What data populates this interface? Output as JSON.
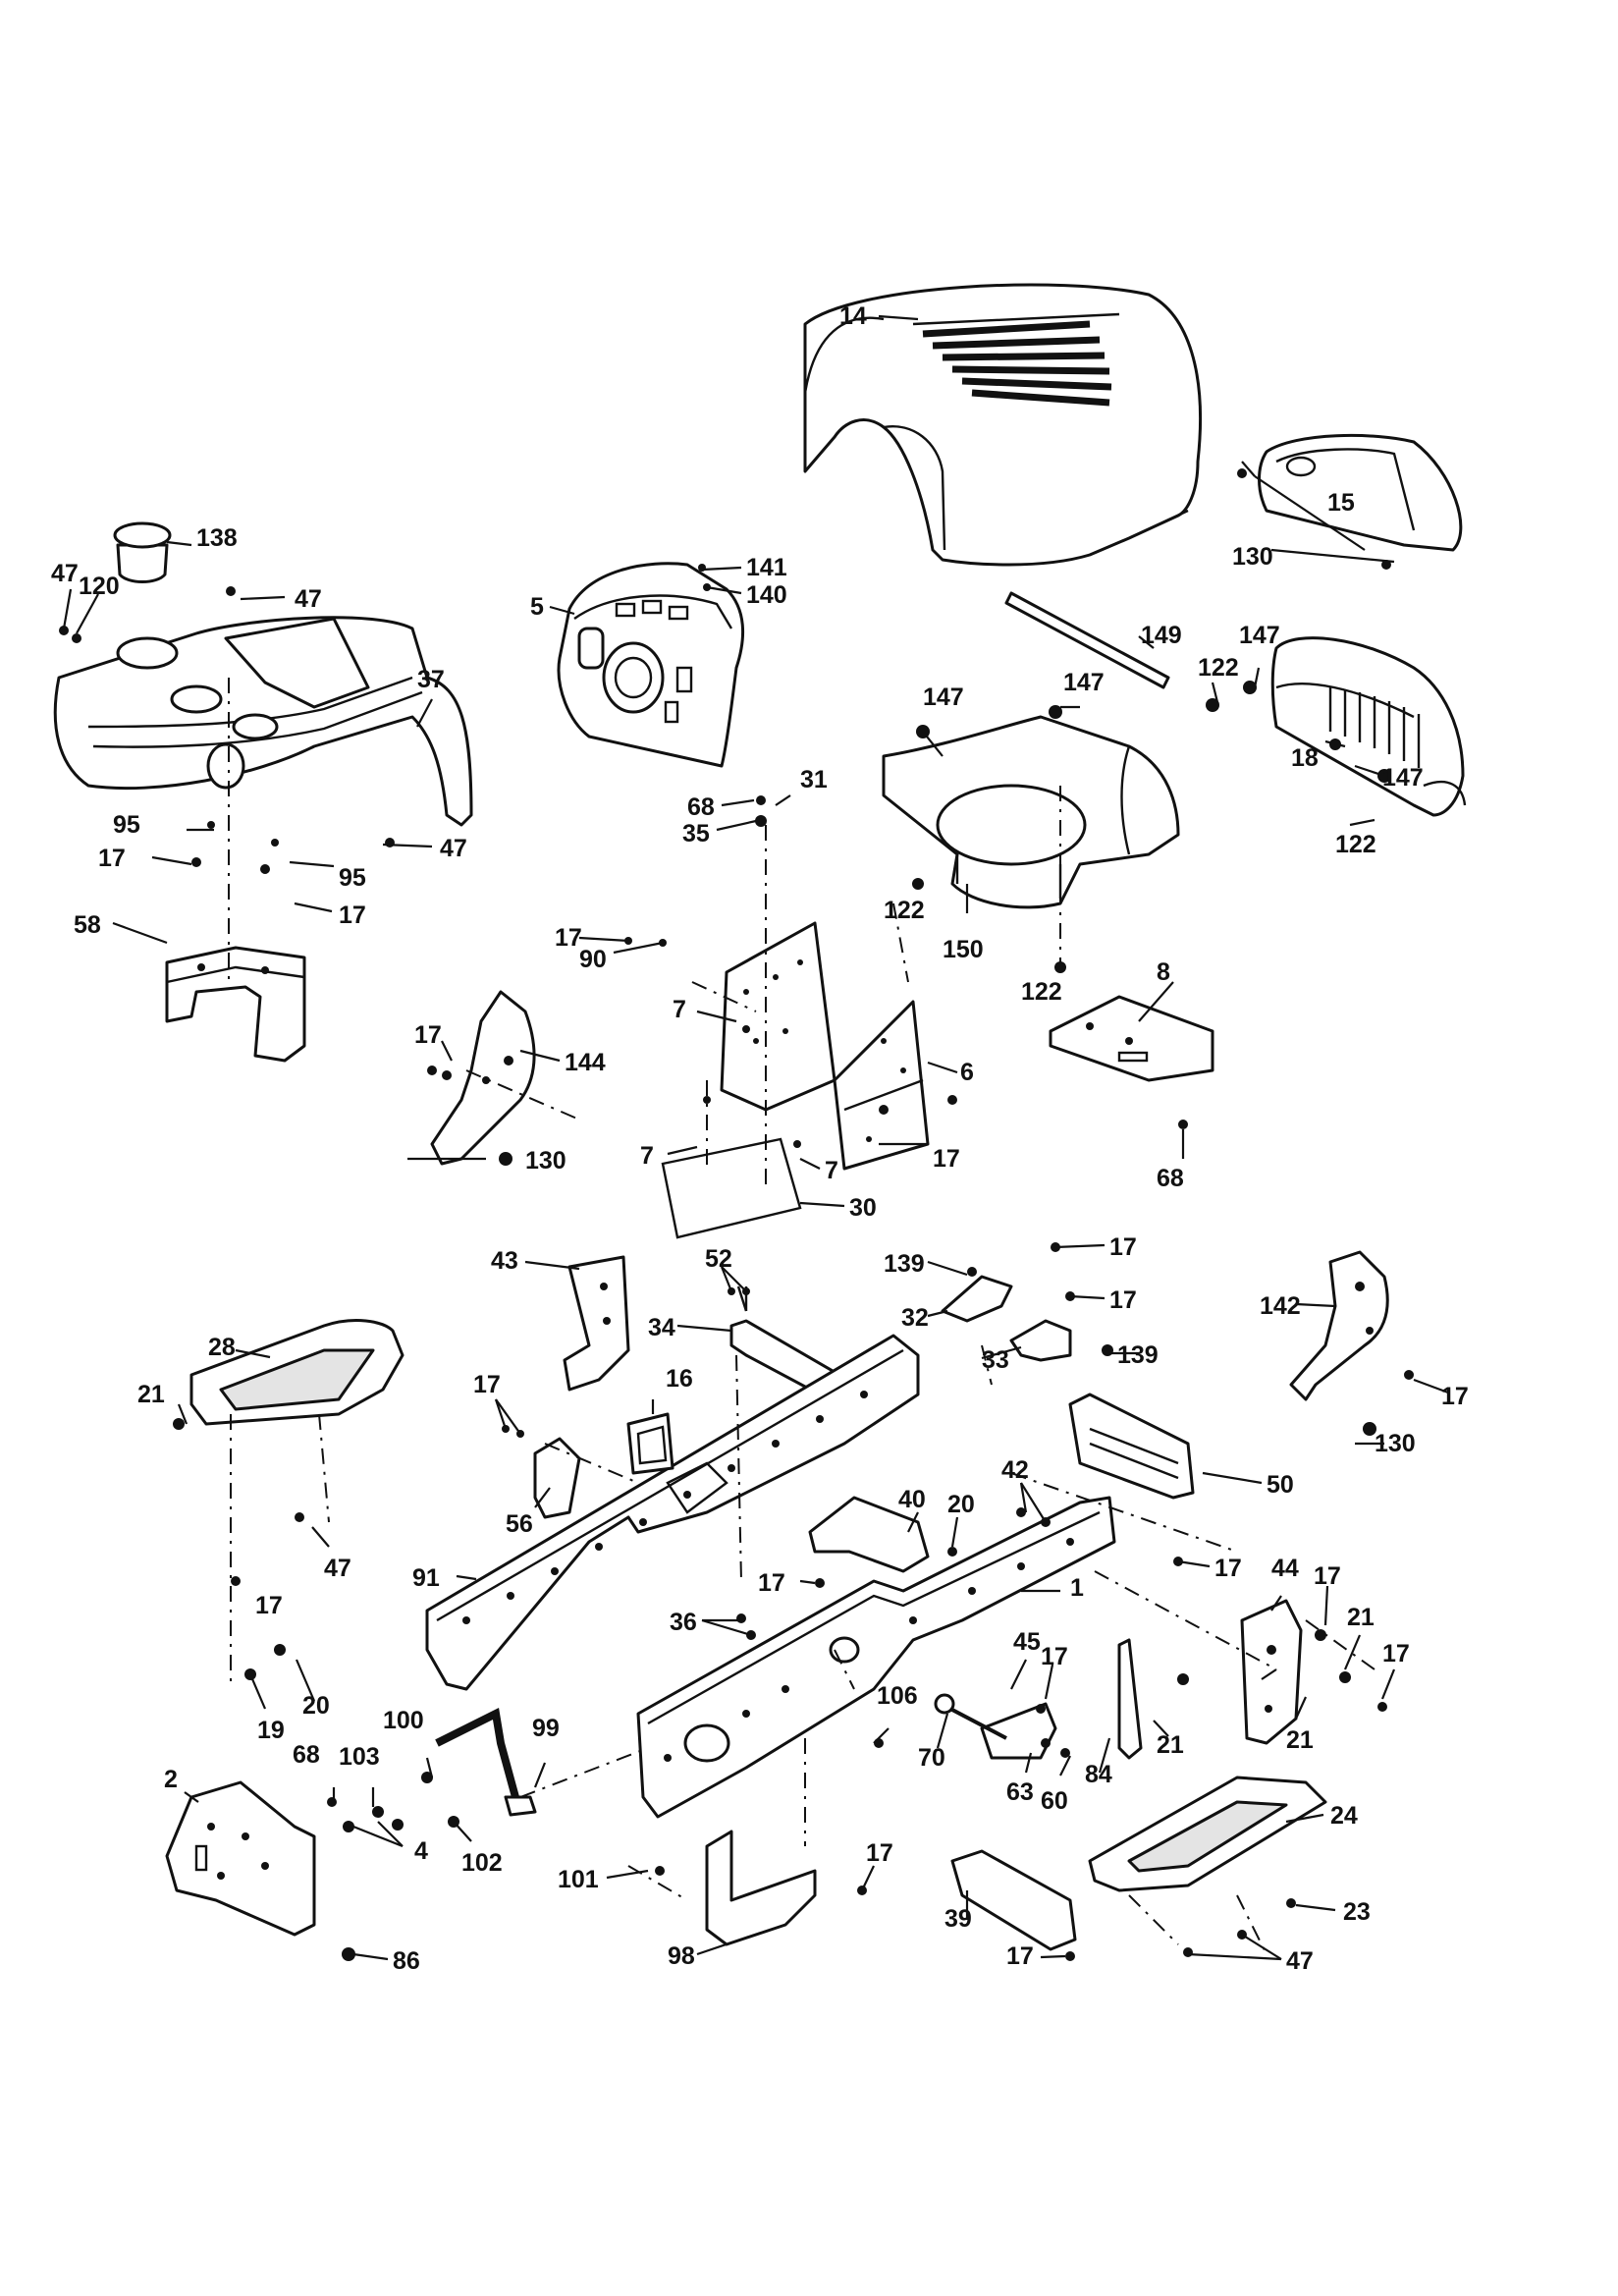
{
  "diagram_title": "",
  "callouts": [
    {
      "id": "c14",
      "label": "14"
    },
    {
      "id": "c15",
      "label": "15"
    },
    {
      "id": "c130a",
      "label": "130"
    },
    {
      "id": "c138",
      "label": "138"
    },
    {
      "id": "c47a",
      "label": "47"
    },
    {
      "id": "c120",
      "label": "120"
    },
    {
      "id": "c47b",
      "label": "47"
    },
    {
      "id": "c141",
      "label": "141"
    },
    {
      "id": "c140",
      "label": "140"
    },
    {
      "id": "c5",
      "label": "5"
    },
    {
      "id": "c149",
      "label": "149"
    },
    {
      "id": "c147a",
      "label": "147"
    },
    {
      "id": "c147b",
      "label": "147"
    },
    {
      "id": "c122a",
      "label": "122"
    },
    {
      "id": "c147c",
      "label": "147"
    },
    {
      "id": "c18",
      "label": "18"
    },
    {
      "id": "c147d",
      "label": "147"
    },
    {
      "id": "c122b",
      "label": "122"
    },
    {
      "id": "c37",
      "label": "37"
    },
    {
      "id": "c68a",
      "label": "68"
    },
    {
      "id": "c31",
      "label": "31"
    },
    {
      "id": "c35",
      "label": "35"
    },
    {
      "id": "c95a",
      "label": "95"
    },
    {
      "id": "c47c",
      "label": "47"
    },
    {
      "id": "c17a",
      "label": "17"
    },
    {
      "id": "c95b",
      "label": "95"
    },
    {
      "id": "c17b",
      "label": "17"
    },
    {
      "id": "c58",
      "label": "58"
    },
    {
      "id": "c122c",
      "label": "122"
    },
    {
      "id": "c150",
      "label": "150"
    },
    {
      "id": "c122d",
      "label": "122"
    },
    {
      "id": "c17c",
      "label": "17"
    },
    {
      "id": "c90",
      "label": "90"
    },
    {
      "id": "c8",
      "label": "8"
    },
    {
      "id": "c7a",
      "label": "7"
    },
    {
      "id": "c17d",
      "label": "17"
    },
    {
      "id": "c144",
      "label": "144"
    },
    {
      "id": "c6",
      "label": "6"
    },
    {
      "id": "c7b",
      "label": "7"
    },
    {
      "id": "c7c",
      "label": "7"
    },
    {
      "id": "c17e",
      "label": "17"
    },
    {
      "id": "c68b",
      "label": "68"
    },
    {
      "id": "c130b",
      "label": "130"
    },
    {
      "id": "c30",
      "label": "30"
    },
    {
      "id": "c43",
      "label": "43"
    },
    {
      "id": "c52",
      "label": "52"
    },
    {
      "id": "c139a",
      "label": "139"
    },
    {
      "id": "c17f",
      "label": "17"
    },
    {
      "id": "c17g",
      "label": "17"
    },
    {
      "id": "c142",
      "label": "142"
    },
    {
      "id": "c28",
      "label": "28"
    },
    {
      "id": "c34",
      "label": "34"
    },
    {
      "id": "c32",
      "label": "32"
    },
    {
      "id": "c33",
      "label": "33"
    },
    {
      "id": "c139b",
      "label": "139"
    },
    {
      "id": "c17h",
      "label": "17"
    },
    {
      "id": "c21a",
      "label": "21"
    },
    {
      "id": "c17i",
      "label": "17"
    },
    {
      "id": "c16",
      "label": "16"
    },
    {
      "id": "c130c",
      "label": "130"
    },
    {
      "id": "c50",
      "label": "50"
    },
    {
      "id": "c42",
      "label": "42"
    },
    {
      "id": "c40",
      "label": "40"
    },
    {
      "id": "c20a",
      "label": "20"
    },
    {
      "id": "c56",
      "label": "56"
    },
    {
      "id": "c47d",
      "label": "47"
    },
    {
      "id": "c17j",
      "label": "17"
    },
    {
      "id": "c91",
      "label": "91"
    },
    {
      "id": "c17k",
      "label": "17"
    },
    {
      "id": "c1",
      "label": "1"
    },
    {
      "id": "c44",
      "label": "44"
    },
    {
      "id": "c17l",
      "label": "17"
    },
    {
      "id": "c21b",
      "label": "21"
    },
    {
      "id": "c17m",
      "label": "17"
    },
    {
      "id": "c36",
      "label": "36"
    },
    {
      "id": "c45",
      "label": "45"
    },
    {
      "id": "c17n",
      "label": "17"
    },
    {
      "id": "c17o",
      "label": "17"
    },
    {
      "id": "c20b",
      "label": "20"
    },
    {
      "id": "c19",
      "label": "19"
    },
    {
      "id": "c106",
      "label": "106"
    },
    {
      "id": "c70",
      "label": "70"
    },
    {
      "id": "c21c",
      "label": "21"
    },
    {
      "id": "c21d",
      "label": "21"
    },
    {
      "id": "c100",
      "label": "100"
    },
    {
      "id": "c68c",
      "label": "68"
    },
    {
      "id": "c103",
      "label": "103"
    },
    {
      "id": "c99",
      "label": "99"
    },
    {
      "id": "c63",
      "label": "63"
    },
    {
      "id": "c60",
      "label": "60"
    },
    {
      "id": "c84",
      "label": "84"
    },
    {
      "id": "c2",
      "label": "2"
    },
    {
      "id": "c24",
      "label": "24"
    },
    {
      "id": "c4",
      "label": "4"
    },
    {
      "id": "c102",
      "label": "102"
    },
    {
      "id": "c17p",
      "label": "17"
    },
    {
      "id": "c101",
      "label": "101"
    },
    {
      "id": "c23",
      "label": "23"
    },
    {
      "id": "c39",
      "label": "39"
    },
    {
      "id": "c86",
      "label": "86"
    },
    {
      "id": "c98",
      "label": "98"
    },
    {
      "id": "c17q",
      "label": "17"
    },
    {
      "id": "c47e",
      "label": "47"
    }
  ]
}
